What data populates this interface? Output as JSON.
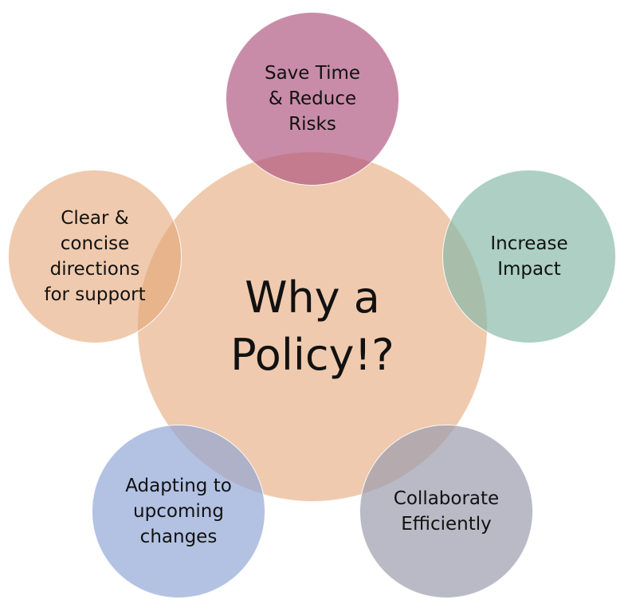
{
  "center": {
    "title": "Why a\nPolicy!?",
    "color": "#e4a373"
  },
  "nodes": [
    {
      "id": "save-time",
      "label": "Save Time\n& Reduce\nRisks",
      "color": "#b0567f"
    },
    {
      "id": "increase-impact",
      "label": "Increase\nImpact",
      "color": "#86b8a8"
    },
    {
      "id": "collaborate",
      "label": "Collaborate\nEfficiently",
      "color": "#9d9dae"
    },
    {
      "id": "adapting",
      "label": "Adapting to\nupcoming\nchanges",
      "color": "#8fa5d4"
    },
    {
      "id": "clear-concise",
      "label": "Clear &\nconcise\ndirections\nfor support",
      "color": "#e4a373"
    }
  ]
}
